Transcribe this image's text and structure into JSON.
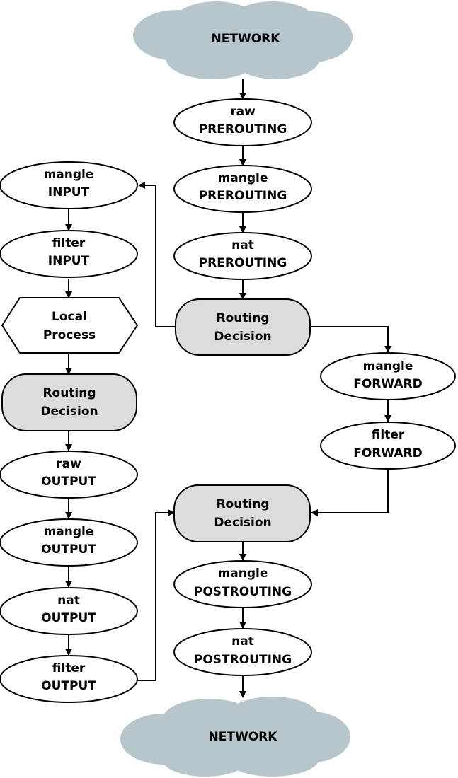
{
  "colors": {
    "cloud_fill": "#b6c6cb",
    "decision_fill": "#dcdcdc",
    "node_fill": "#ffffff",
    "stroke": "#000000"
  },
  "diagram": {
    "clouds": {
      "top": {
        "label": "NETWORK"
      },
      "bottom": {
        "label": "NETWORK"
      }
    },
    "nodes": {
      "raw_prerouting": {
        "line1": "raw",
        "line2": "PREROUTING"
      },
      "mangle_prerouting": {
        "line1": "mangle",
        "line2": "PREROUTING"
      },
      "nat_prerouting": {
        "line1": "nat",
        "line2": "PREROUTING"
      },
      "routing_decision_1": {
        "line1": "Routing",
        "line2": "Decision"
      },
      "mangle_input": {
        "line1": "mangle",
        "line2": "INPUT"
      },
      "filter_input": {
        "line1": "filter",
        "line2": "INPUT"
      },
      "local_process": {
        "line1": "Local",
        "line2": "Process"
      },
      "routing_decision_2": {
        "line1": "Routing",
        "line2": "Decision"
      },
      "raw_output": {
        "line1": "raw",
        "line2": "OUTPUT"
      },
      "mangle_output": {
        "line1": "mangle",
        "line2": "OUTPUT"
      },
      "nat_output": {
        "line1": "nat",
        "line2": "OUTPUT"
      },
      "filter_output": {
        "line1": "filter",
        "line2": "OUTPUT"
      },
      "mangle_forward": {
        "line1": "mangle",
        "line2": "FORWARD"
      },
      "filter_forward": {
        "line1": "filter",
        "line2": "FORWARD"
      },
      "routing_decision_3": {
        "line1": "Routing",
        "line2": "Decision"
      },
      "mangle_postrouting": {
        "line1": "mangle",
        "line2": "POSTROUTING"
      },
      "nat_postrouting": {
        "line1": "nat",
        "line2": "POSTROUTING"
      }
    }
  }
}
